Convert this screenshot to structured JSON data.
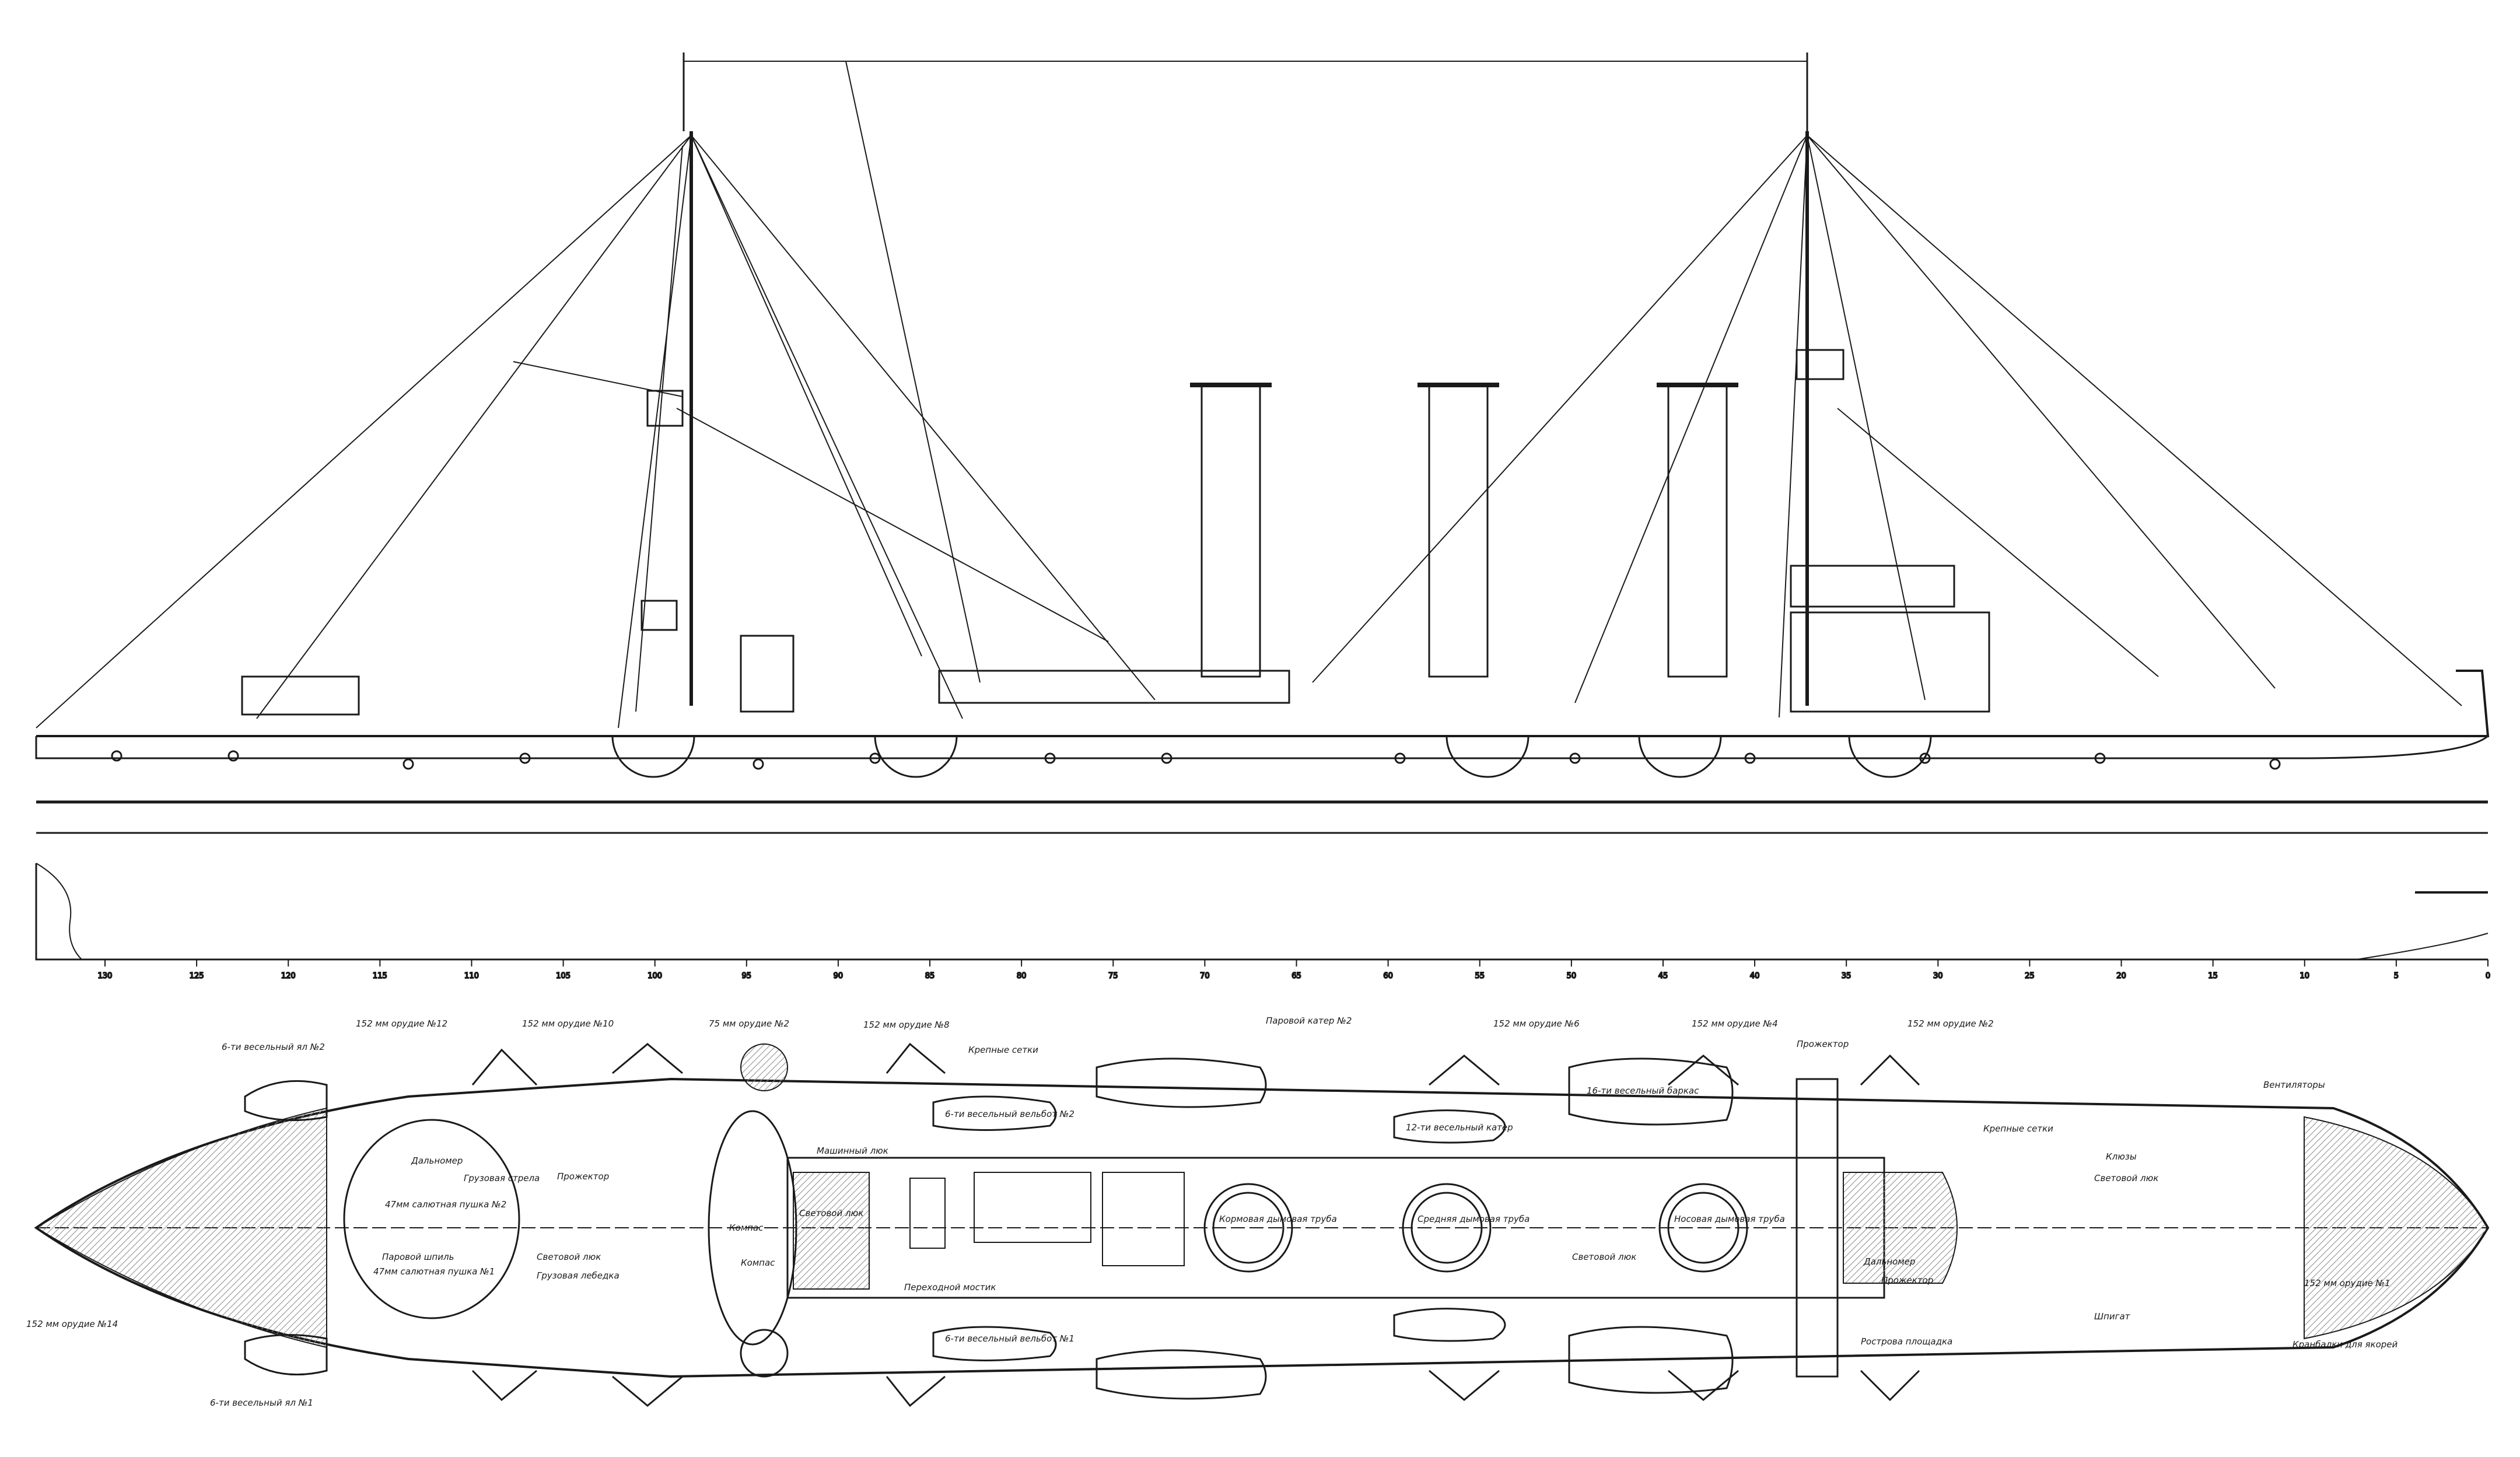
{
  "colors": {
    "ink": "#1a1a1a",
    "paper": "#ffffff",
    "hatch": "#8a8a8a"
  },
  "frame_scale": {
    "ticks": [
      "130",
      "125",
      "120",
      "115",
      "110",
      "105",
      "100",
      "95",
      "90",
      "85",
      "80",
      "75",
      "70",
      "65",
      "60",
      "55",
      "50",
      "45",
      "40",
      "35",
      "30",
      "25",
      "20",
      "15",
      "10",
      "5",
      "0"
    ]
  },
  "plan_labels": [
    {
      "id": "gun12",
      "text": "152 мм орудие №12"
    },
    {
      "id": "gun10",
      "text": "152 мм орудие №10"
    },
    {
      "id": "gun75_2",
      "text": "75 мм орудие №2"
    },
    {
      "id": "gun8",
      "text": "152 мм орудие №8"
    },
    {
      "id": "launch2",
      "text": "Паровой катер №2"
    },
    {
      "id": "gun6",
      "text": "152 мм орудие №6"
    },
    {
      "id": "gun4",
      "text": "152 мм орудие №4"
    },
    {
      "id": "gun2",
      "text": "152 мм орудие №2"
    },
    {
      "id": "searchlight_fwd",
      "text": "Прожектор"
    },
    {
      "id": "boat6_2",
      "text": "6-ти весельный ял №2"
    },
    {
      "id": "nets",
      "text": "Крепные сетки"
    },
    {
      "id": "ventilators",
      "text": "Вентиляторы"
    },
    {
      "id": "rangefinder",
      "text": "Дальномер"
    },
    {
      "id": "cargo_boom",
      "text": "Грузовая стрела"
    },
    {
      "id": "searchlight_aft",
      "text": "Прожектор"
    },
    {
      "id": "gun47_2",
      "text": "47мм салютная пушка №2"
    },
    {
      "id": "steam_winch",
      "text": "Паровой шпиль"
    },
    {
      "id": "skylight1",
      "text": "Световой люк"
    },
    {
      "id": "cargo_winch",
      "text": "Грузовая лебедка"
    },
    {
      "id": "gun47_1",
      "text": "47мм салютная пушка №1"
    },
    {
      "id": "compass",
      "text": "Компас"
    },
    {
      "id": "kompas2",
      "text": "Компас"
    },
    {
      "id": "engine_hatch",
      "text": "Машинный люк"
    },
    {
      "id": "skylight2",
      "text": "Световой люк"
    },
    {
      "id": "rear_funnel",
      "text": "Кормовая дымовая труба"
    },
    {
      "id": "mid_funnel",
      "text": "Средняя дымовая труба"
    },
    {
      "id": "fwd_funnel",
      "text": "Носовая дымовая труба"
    },
    {
      "id": "bridge",
      "text": "Переходной мостик"
    },
    {
      "id": "whaleboat1",
      "text": "6-ти весельный вельбот №1"
    },
    {
      "id": "whaleboat2",
      "text": "6-ти весельный вельбот №2"
    },
    {
      "id": "cutter12",
      "text": "12-ти весельный катер"
    },
    {
      "id": "barkas16",
      "text": "16-ти весельный баркас"
    },
    {
      "id": "skylight3",
      "text": "Световой люк"
    },
    {
      "id": "hawse",
      "text": "Клюзы"
    },
    {
      "id": "skylight4",
      "text": "Световой люк"
    },
    {
      "id": "nets2",
      "text": "Крепные сетки"
    },
    {
      "id": "rangefinder2",
      "text": "Дальномер"
    },
    {
      "id": "searchlight3",
      "text": "Прожектор"
    },
    {
      "id": "shpigat",
      "text": "Шпигат"
    },
    {
      "id": "anchor_cranes",
      "text": "Кранбалки для якорей"
    },
    {
      "id": "bow_gun",
      "text": "152 мм орудие №1"
    },
    {
      "id": "stern_gun",
      "text": "152 мм орудие №14"
    },
    {
      "id": "boat6_1",
      "text": "6-ти весельный ял №1"
    },
    {
      "id": "platform",
      "text": "Рострова площадка"
    }
  ]
}
